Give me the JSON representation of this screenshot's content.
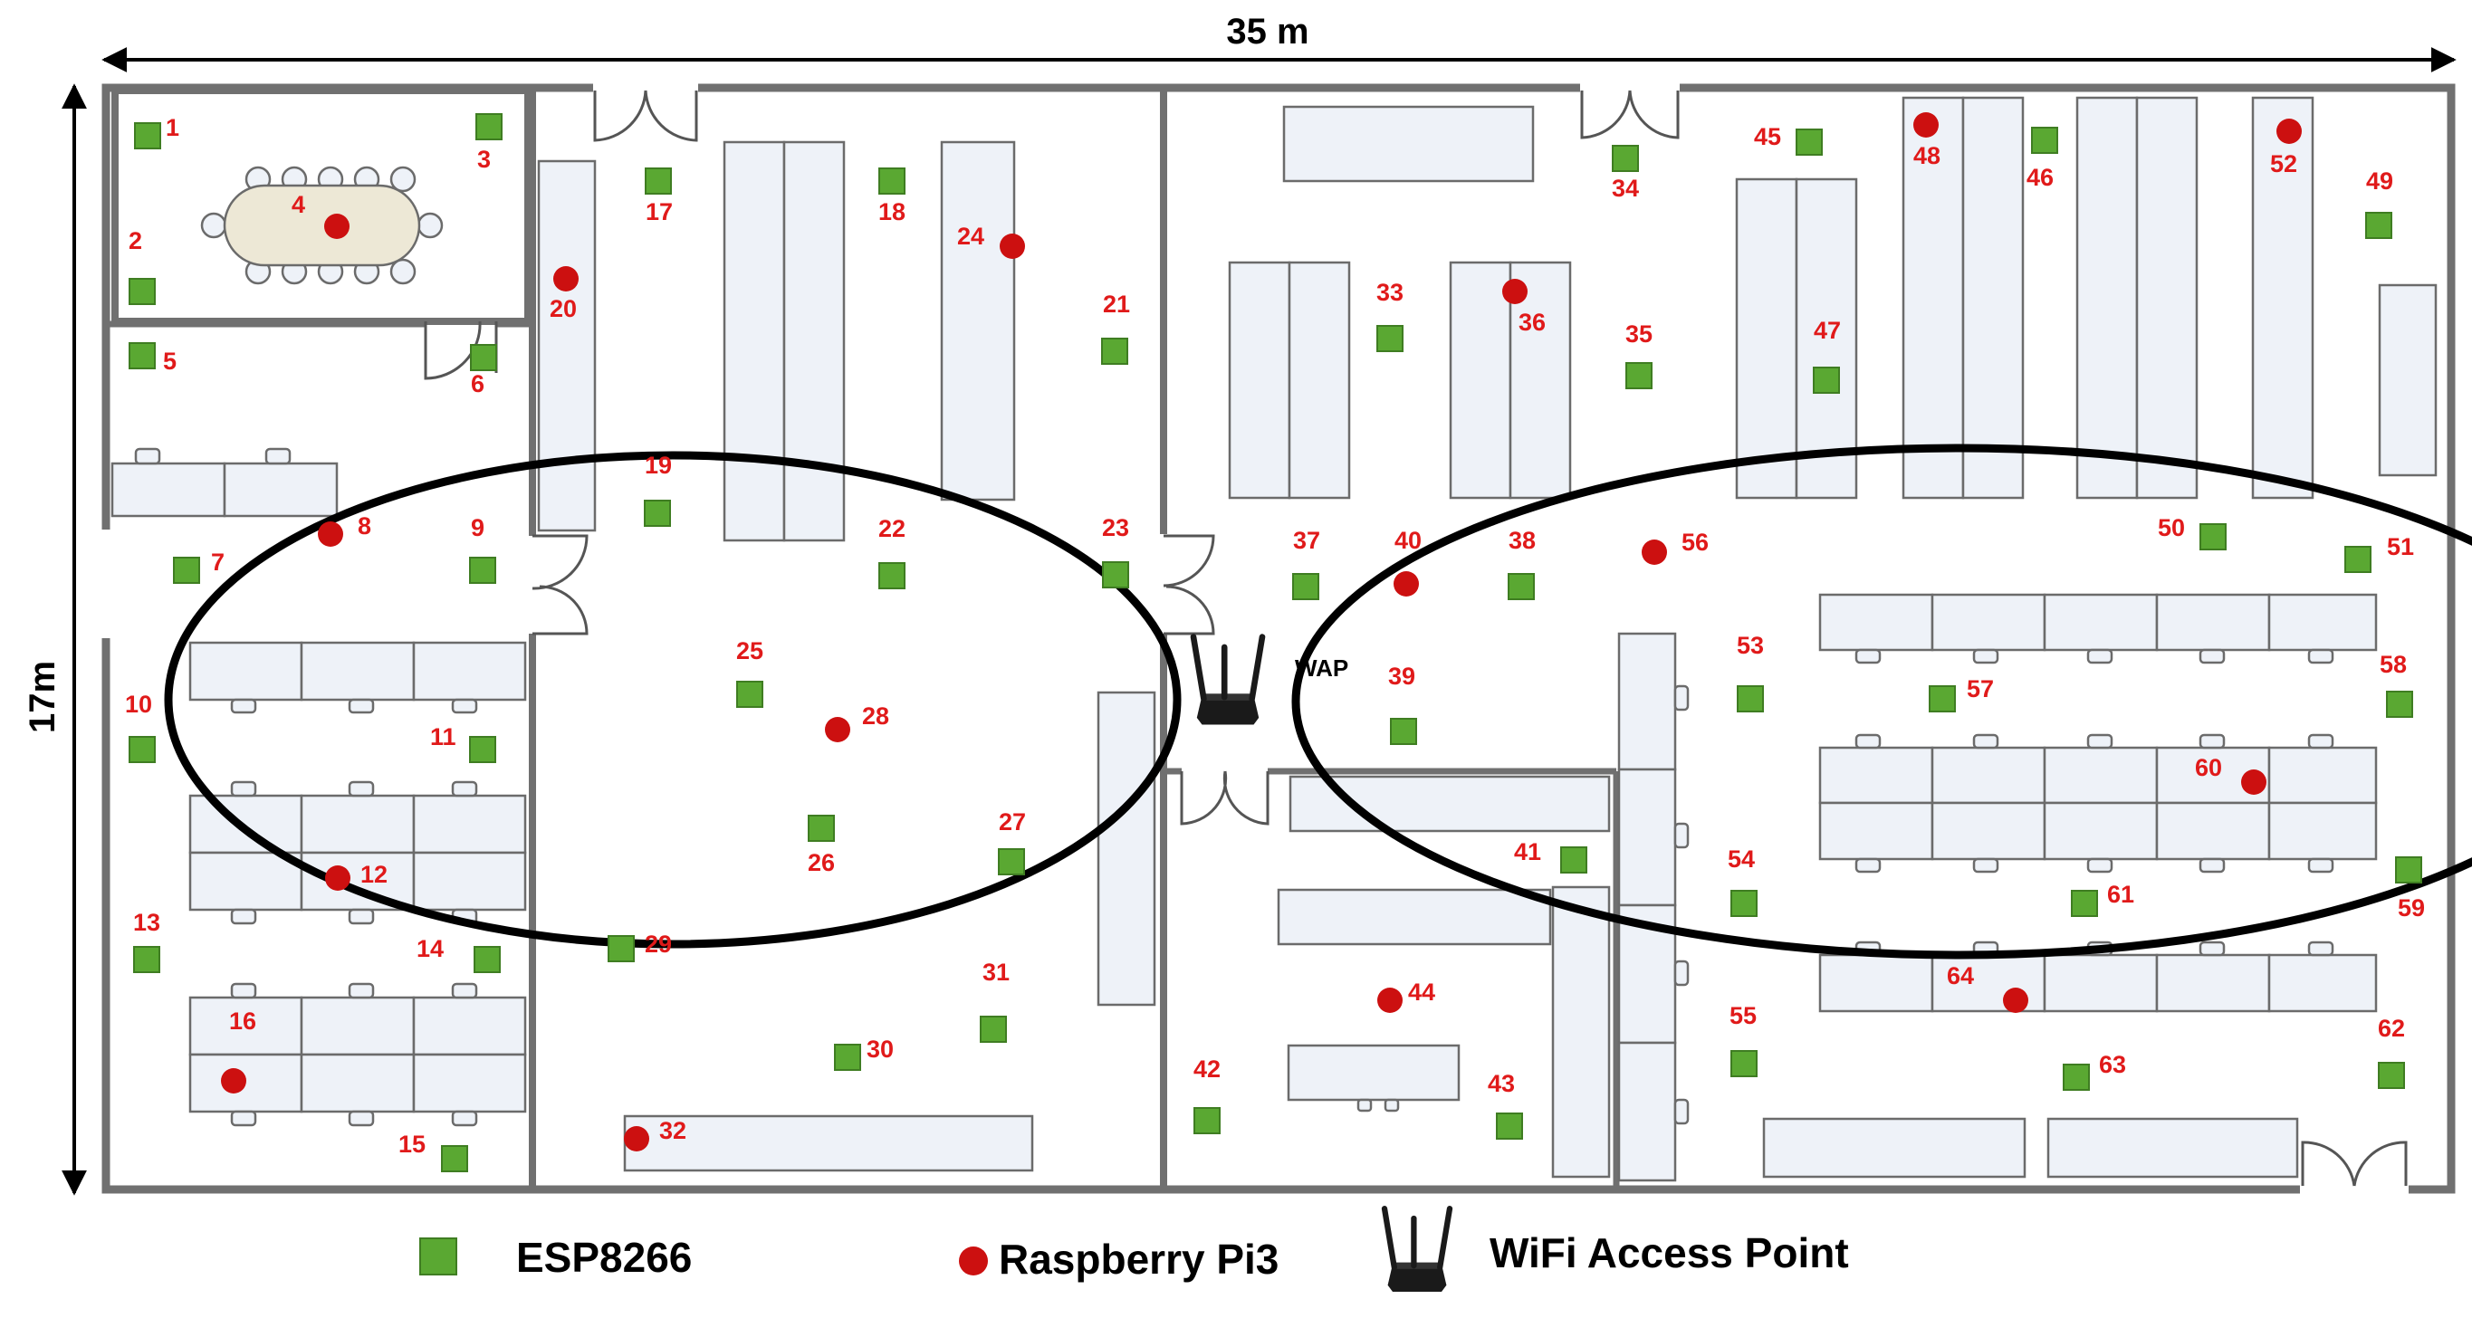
{
  "dimensions": {
    "width_label": "35 m",
    "height_label": "17m"
  },
  "colors": {
    "esp": "#5aa832",
    "esp_border": "#3f7d22",
    "pi": "#cc1010",
    "label": "#e01a1a",
    "wall": "#707070",
    "furniture_fill": "#eef2f8",
    "furniture_stroke": "#6b6b6b",
    "ellipse": "#000000"
  },
  "wap": {
    "label": "WAP",
    "icon": "wifi-router-icon"
  },
  "legend": {
    "esp_label": "ESP8266",
    "pi_label": "Raspberry Pi3",
    "wap_label": "WiFi Access Point"
  },
  "nodes": [
    {
      "id": "1",
      "type": "esp"
    },
    {
      "id": "2",
      "type": "esp"
    },
    {
      "id": "3",
      "type": "esp"
    },
    {
      "id": "4",
      "type": "pi"
    },
    {
      "id": "5",
      "type": "esp"
    },
    {
      "id": "6",
      "type": "esp"
    },
    {
      "id": "7",
      "type": "esp"
    },
    {
      "id": "8",
      "type": "pi"
    },
    {
      "id": "9",
      "type": "esp"
    },
    {
      "id": "10",
      "type": "esp"
    },
    {
      "id": "11",
      "type": "esp"
    },
    {
      "id": "12",
      "type": "pi"
    },
    {
      "id": "13",
      "type": "esp"
    },
    {
      "id": "14",
      "type": "esp"
    },
    {
      "id": "15",
      "type": "esp"
    },
    {
      "id": "16",
      "type": "pi"
    },
    {
      "id": "17",
      "type": "esp"
    },
    {
      "id": "18",
      "type": "esp"
    },
    {
      "id": "19",
      "type": "esp"
    },
    {
      "id": "20",
      "type": "pi"
    },
    {
      "id": "21",
      "type": "esp"
    },
    {
      "id": "22",
      "type": "esp"
    },
    {
      "id": "23",
      "type": "esp"
    },
    {
      "id": "24",
      "type": "pi"
    },
    {
      "id": "25",
      "type": "esp"
    },
    {
      "id": "26",
      "type": "esp"
    },
    {
      "id": "27",
      "type": "esp"
    },
    {
      "id": "28",
      "type": "pi"
    },
    {
      "id": "29",
      "type": "esp"
    },
    {
      "id": "30",
      "type": "esp"
    },
    {
      "id": "31",
      "type": "esp"
    },
    {
      "id": "32",
      "type": "pi"
    },
    {
      "id": "33",
      "type": "esp"
    },
    {
      "id": "34",
      "type": "esp"
    },
    {
      "id": "35",
      "type": "esp"
    },
    {
      "id": "36",
      "type": "pi"
    },
    {
      "id": "37",
      "type": "esp"
    },
    {
      "id": "38",
      "type": "esp"
    },
    {
      "id": "39",
      "type": "esp"
    },
    {
      "id": "40",
      "type": "pi"
    },
    {
      "id": "41",
      "type": "esp"
    },
    {
      "id": "42",
      "type": "esp"
    },
    {
      "id": "43",
      "type": "esp"
    },
    {
      "id": "44",
      "type": "pi"
    },
    {
      "id": "45",
      "type": "esp"
    },
    {
      "id": "46",
      "type": "esp"
    },
    {
      "id": "47",
      "type": "esp"
    },
    {
      "id": "48",
      "type": "pi"
    },
    {
      "id": "49",
      "type": "esp"
    },
    {
      "id": "50",
      "type": "esp"
    },
    {
      "id": "51",
      "type": "esp"
    },
    {
      "id": "52",
      "type": "pi"
    },
    {
      "id": "53",
      "type": "esp"
    },
    {
      "id": "54",
      "type": "esp"
    },
    {
      "id": "55",
      "type": "esp"
    },
    {
      "id": "56",
      "type": "pi"
    },
    {
      "id": "57",
      "type": "esp"
    },
    {
      "id": "58",
      "type": "esp"
    },
    {
      "id": "59",
      "type": "esp"
    },
    {
      "id": "60",
      "type": "pi"
    },
    {
      "id": "61",
      "type": "esp"
    },
    {
      "id": "62",
      "type": "esp"
    },
    {
      "id": "63",
      "type": "esp"
    },
    {
      "id": "64",
      "type": "pi"
    }
  ]
}
